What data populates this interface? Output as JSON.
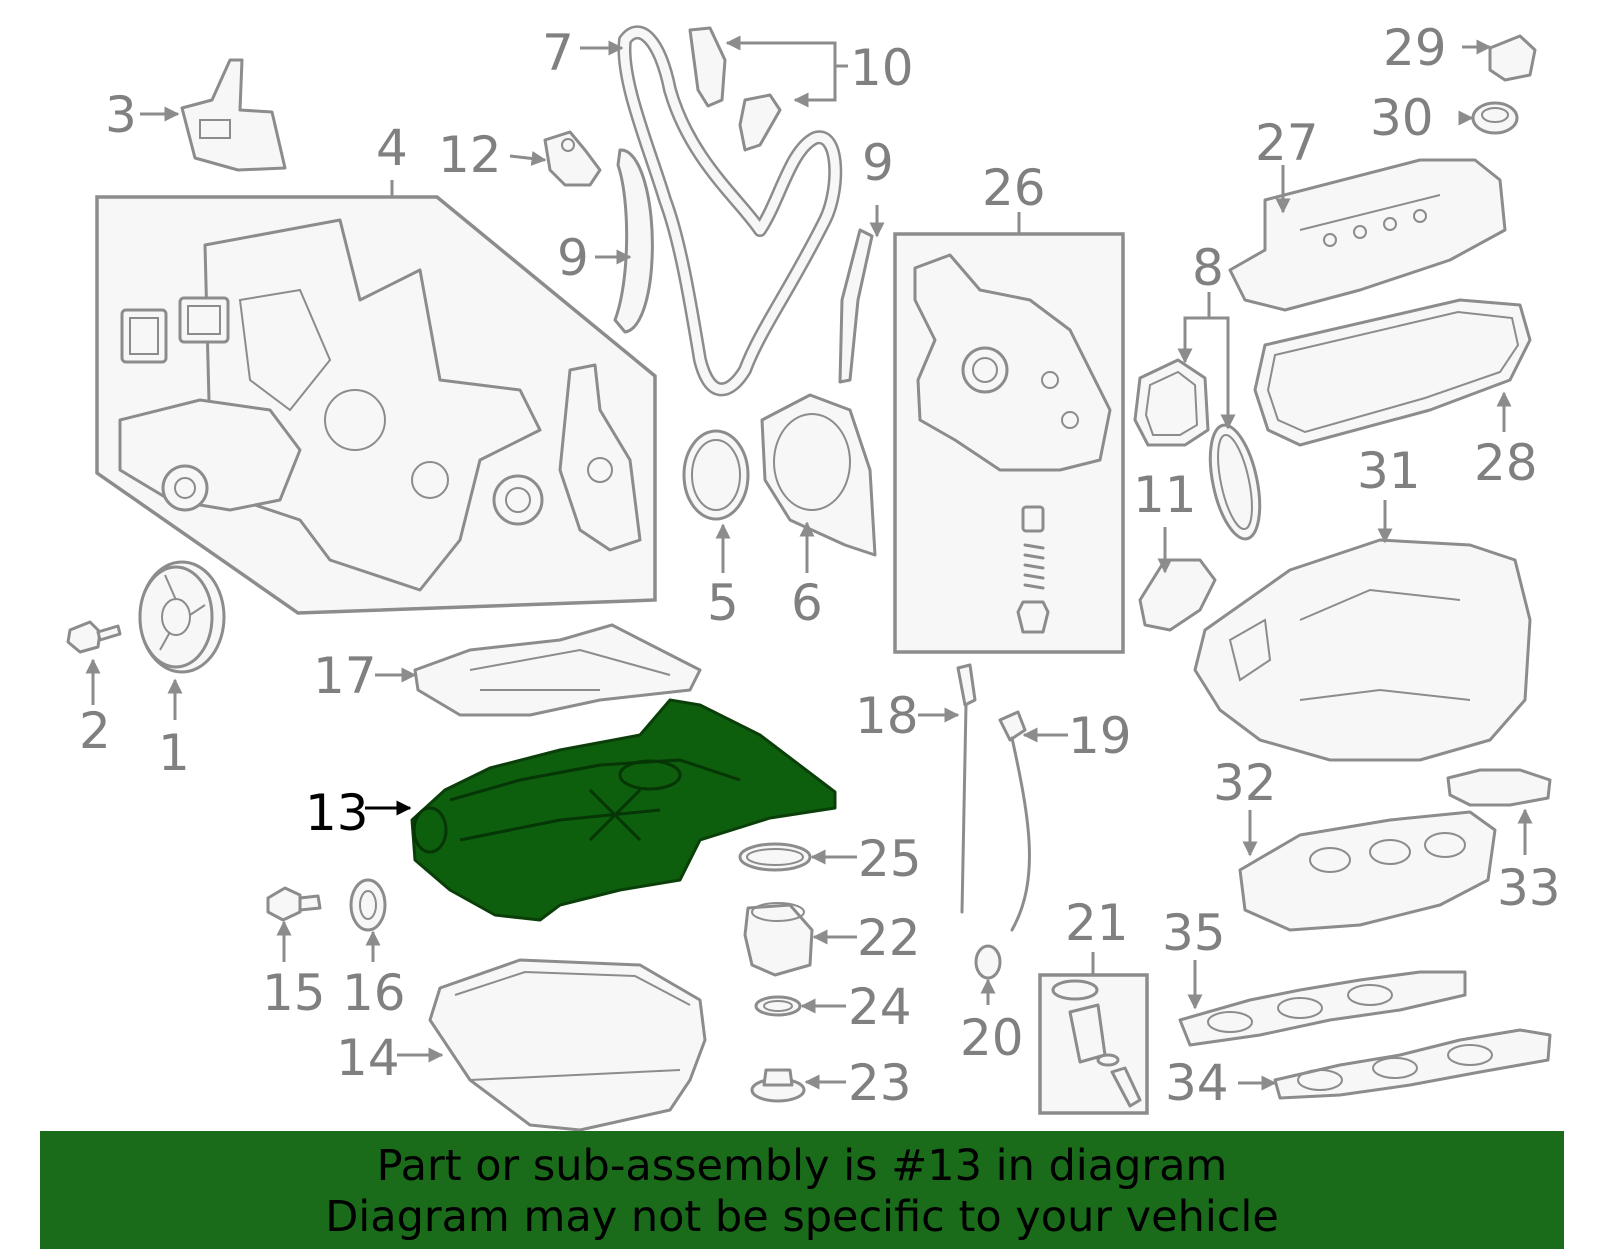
{
  "labels": {
    "p1": "1",
    "p2": "2",
    "p3": "3",
    "p4": "4",
    "p5": "5",
    "p6": "6",
    "p7": "7",
    "p8": "8",
    "p9a": "9",
    "p9b": "9",
    "p10": "10",
    "p11": "11",
    "p12": "12",
    "p13": "13",
    "p14": "14",
    "p15": "15",
    "p16": "16",
    "p17": "17",
    "p18": "18",
    "p19": "19",
    "p20": "20",
    "p21": "21",
    "p22": "22",
    "p23": "23",
    "p24": "24",
    "p25": "25",
    "p26": "26",
    "p27": "27",
    "p28": "28",
    "p29": "29",
    "p30": "30",
    "p31": "31",
    "p32": "32",
    "p33": "33",
    "p34": "34",
    "p35": "35"
  },
  "highlighted_part": "13",
  "colors": {
    "highlight_fill": "#0d5e0d",
    "banner_background": "#1a6b1a",
    "line_art": "#8c8c8c",
    "label_text": "#808080"
  },
  "banner": {
    "line1": "Part or sub-assembly is #13 in diagram",
    "line2": "Diagram may not be specific to your vehicle"
  }
}
